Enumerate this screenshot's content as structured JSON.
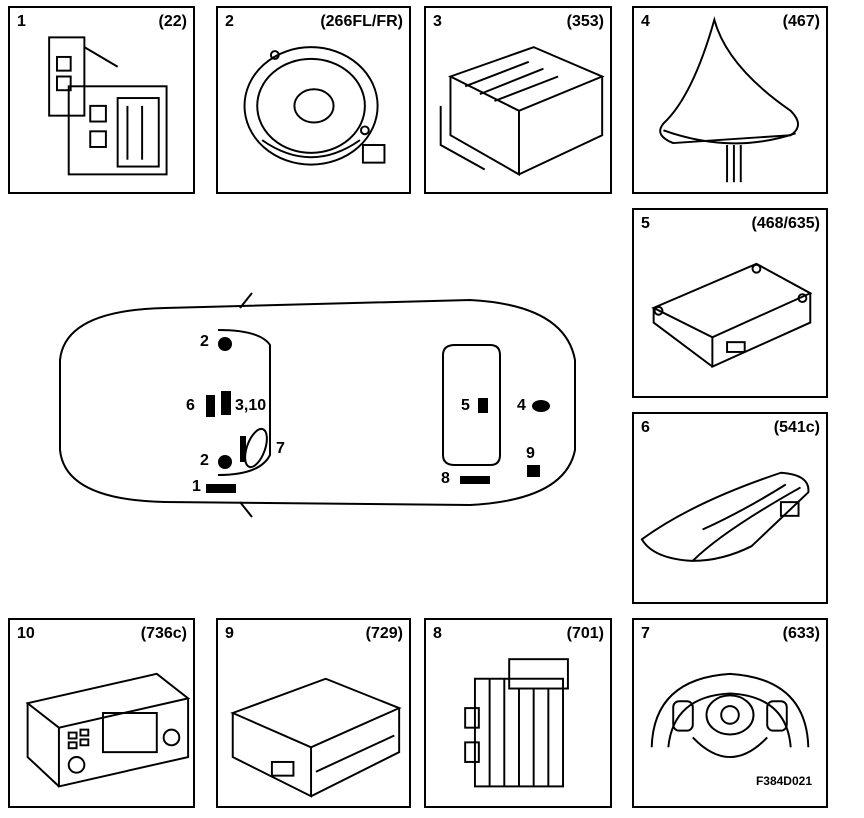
{
  "panels": [
    {
      "num": "1",
      "code": "(22)",
      "component": "fuse-relay-box"
    },
    {
      "num": "2",
      "code": "(266FL/FR)",
      "component": "speaker"
    },
    {
      "num": "3",
      "code": "(353)",
      "component": "amplifier"
    },
    {
      "num": "4",
      "code": "(467)",
      "component": "shark-fin-antenna"
    },
    {
      "num": "5",
      "code": "(468/635)",
      "component": "tuner-module"
    },
    {
      "num": "6",
      "code": "(541c)",
      "component": "roof-console"
    },
    {
      "num": "7",
      "code": "(633)",
      "component": "steering-wheel-controls"
    },
    {
      "num": "8",
      "code": "(701)",
      "component": "control-module"
    },
    {
      "num": "9",
      "code": "(729)",
      "component": "cd-changer"
    },
    {
      "num": "10",
      "code": "(736c)",
      "component": "infotainment-head-unit"
    }
  ],
  "car_labels": {
    "l1": "1",
    "l2a": "2",
    "l2b": "2",
    "l6": "6",
    "l310": "3,10",
    "l7": "7",
    "l5": "5",
    "l4": "4",
    "l9": "9",
    "l8": "8"
  },
  "figure_code": "F384D021"
}
